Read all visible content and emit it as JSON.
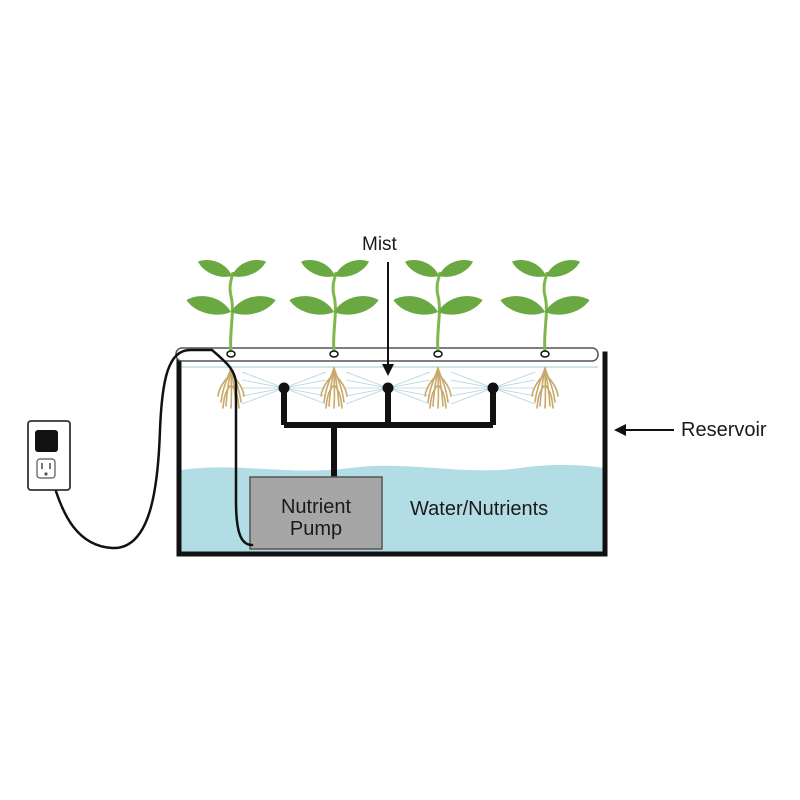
{
  "labels": {
    "mist": "Mist",
    "reservoir": "Reservoir",
    "water": "Water/Nutrients",
    "pump_line1": "Nutrient",
    "pump_line2": "Pump"
  },
  "colors": {
    "water": "#b3dde5",
    "pump": "#a6a6a6",
    "leaf": "#6aa842",
    "stem": "#7fb84a",
    "root": "#c8a96a",
    "pipe": "#111111",
    "spray": "#a9cdd8"
  },
  "plant_count": 4
}
